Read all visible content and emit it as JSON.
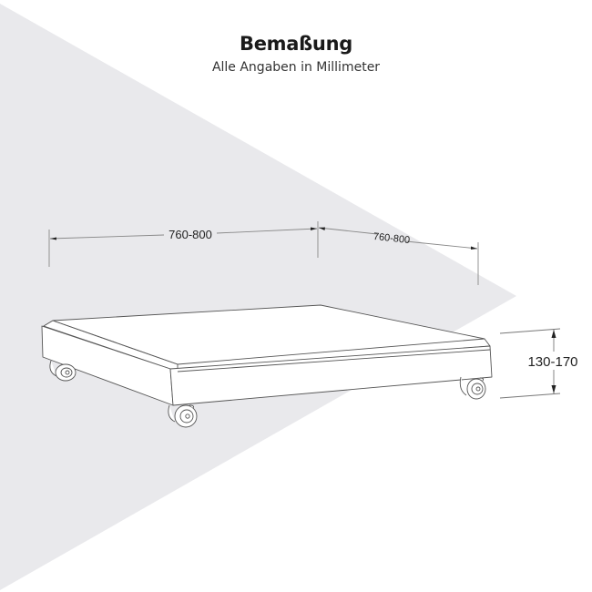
{
  "header": {
    "title": "Bemaßung",
    "subtitle": "Alle Angaben in Millimeter"
  },
  "dimensions": {
    "width_label": "760-800",
    "depth_label": "760-800",
    "height_label": "130-170"
  },
  "colors": {
    "background": "#ffffff",
    "backdrop_triangle": "#e9e9ec",
    "line": "#555555",
    "dimension_line": "#888888",
    "text": "#222222"
  }
}
